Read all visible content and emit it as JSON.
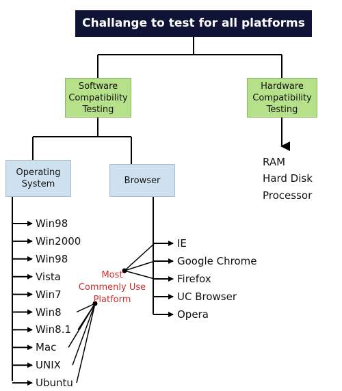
{
  "title": "Challange to test for all platforms",
  "software": {
    "line1": "Software",
    "line2": "Compatibility",
    "line3": "Testing"
  },
  "hardware": {
    "line1": "Hardware",
    "line2": "Compatibility",
    "line3": "Testing"
  },
  "hardware_items": [
    "RAM",
    "Hard Disk",
    "Processor"
  ],
  "os_box": {
    "line1": "Operating",
    "line2": "System"
  },
  "browser_box": {
    "label": "Browser"
  },
  "os_items": [
    "Win98",
    "Win2000",
    "Win98",
    "Vista",
    "Win7",
    "Win8",
    "Win8.1",
    "Mac",
    "UNIX",
    "Ubuntu"
  ],
  "browser_items": [
    "IE",
    "Google Chrome",
    "Firefox",
    "UC Browser",
    "Opera"
  ],
  "note": {
    "line1": "Most",
    "line2": "Commenly Use",
    "line3": "Platform"
  },
  "colors": {
    "title_bg": "#0f1436",
    "green": "#b6e08a",
    "blue": "#cfe1ee",
    "note_text": "#c9302c",
    "lines": "#000000"
  }
}
